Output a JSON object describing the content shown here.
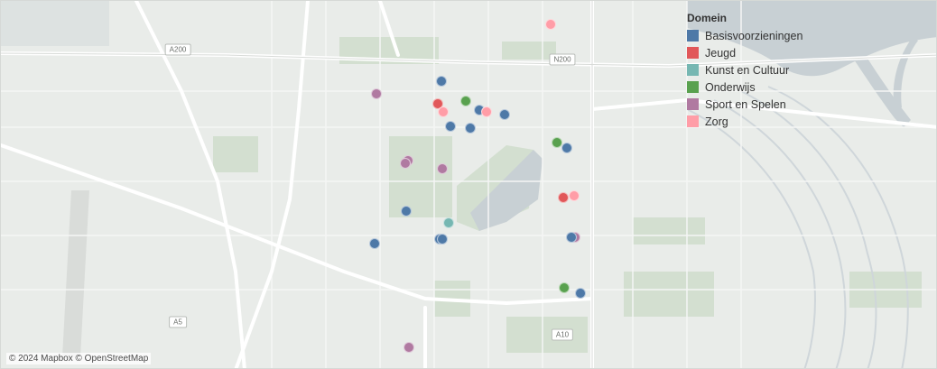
{
  "legend": {
    "title": "Domein",
    "items": [
      {
        "label": "Basisvoorzieningen",
        "color": "#4e79a7"
      },
      {
        "label": "Jeugd",
        "color": "#e15759"
      },
      {
        "label": "Kunst en Cultuur",
        "color": "#76b7b2"
      },
      {
        "label": "Onderwijs",
        "color": "#59a14f"
      },
      {
        "label": "Sport en Spelen",
        "color": "#b07aa1"
      },
      {
        "label": "Zorg",
        "color": "#ff9da7"
      }
    ]
  },
  "road_labels": [
    "A200",
    "N200",
    "A5",
    "A10"
  ],
  "attribution": "© 2024 Mapbox © OpenStreetMap",
  "colors": {
    "land": "#e9ece9",
    "water": "#c8d0d4",
    "park": "#d3dfd0",
    "road": "#ffffff",
    "block": "#dcdfdc"
  }
}
